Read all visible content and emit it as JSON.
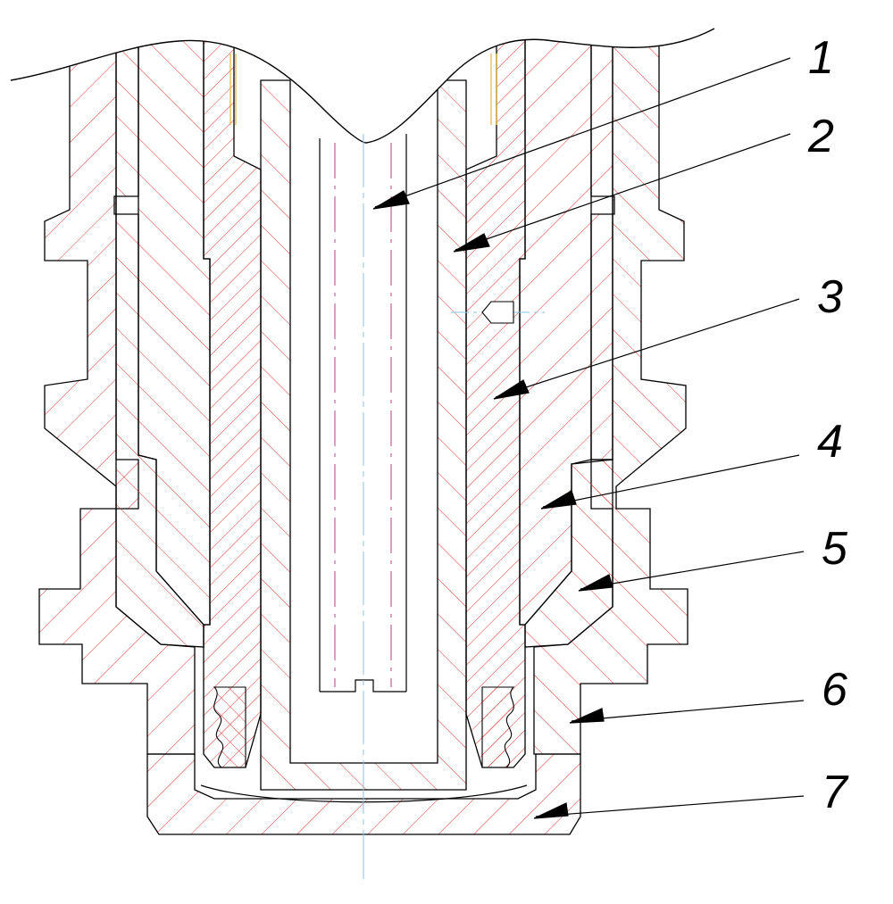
{
  "diagram": {
    "callouts": [
      {
        "id": "c1",
        "label": "1"
      },
      {
        "id": "c2",
        "label": "2"
      },
      {
        "id": "c3",
        "label": "3"
      },
      {
        "id": "c4",
        "label": "4"
      },
      {
        "id": "c5",
        "label": "5"
      },
      {
        "id": "c6",
        "label": "6"
      },
      {
        "id": "c7",
        "label": "7"
      }
    ],
    "colors": {
      "outline": "#000000",
      "hatch": "#e0322e",
      "centerline": "#7fc4e8",
      "hidden": "#b43c8c",
      "accent": "#e6b432"
    }
  }
}
